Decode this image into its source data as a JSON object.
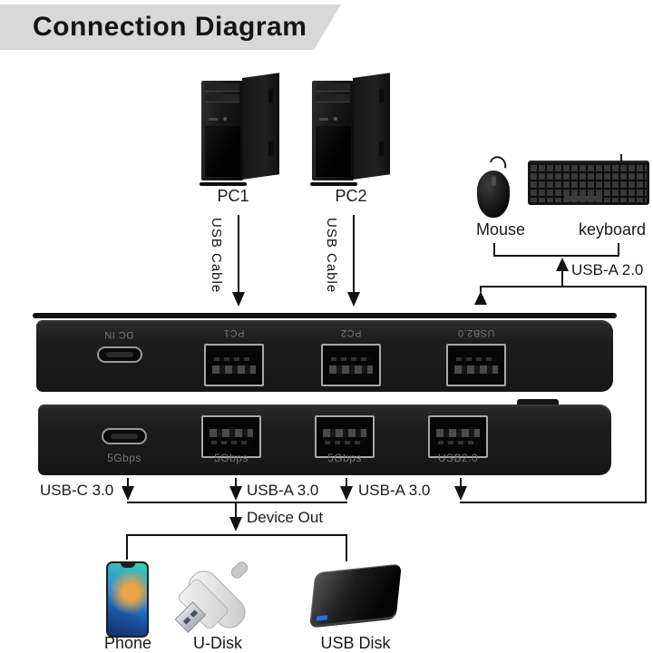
{
  "title": "Connection Diagram",
  "sources": {
    "pc1": "PC1",
    "pc2": "PC2",
    "cable1": "USB Cable",
    "cable2": "USB Cable"
  },
  "peripherals": {
    "mouse": "Mouse",
    "keyboard": "keyboard",
    "link_label": "USB-A 2.0"
  },
  "switch": {
    "back_ports": [
      {
        "label": "DC IN",
        "type": "usb-c-power"
      },
      {
        "label": "PC1",
        "type": "usb-a"
      },
      {
        "label": "PC2",
        "type": "usb-a"
      },
      {
        "label": "USB2.0",
        "type": "usb-a"
      }
    ],
    "front_ports": [
      {
        "label": "5Gbps",
        "type": "usb-c"
      },
      {
        "label": "5Gbps",
        "type": "usb-a"
      },
      {
        "label": "5Gbps",
        "type": "usb-a"
      },
      {
        "label": "USB2.0",
        "type": "usb-a"
      }
    ]
  },
  "outputs": {
    "usb_c": "USB-C 3.0",
    "usb_a_1": "USB-A 3.0",
    "usb_a_2": "USB-A 3.0",
    "device_out": "Device Out"
  },
  "end_devices": {
    "phone": "Phone",
    "udisk": "U-Disk",
    "usbdisk": "USB Disk"
  },
  "colors": {
    "line": "#111111",
    "banner_bg": "#d8d8d8",
    "device_body": "#1e1e1e",
    "port_label_gray": "#767676",
    "phone_accent": "#f2a33c"
  }
}
